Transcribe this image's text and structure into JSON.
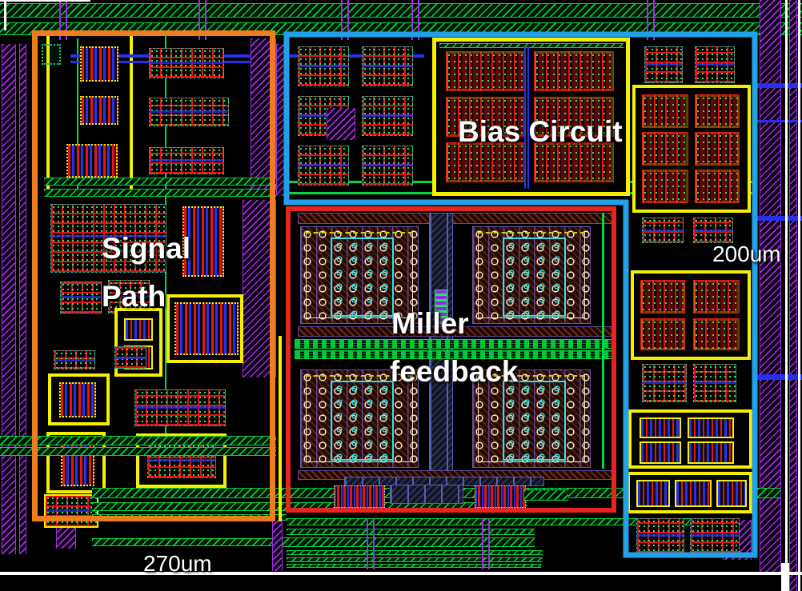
{
  "labels": {
    "bias_circuit": "Bias Circuit",
    "signal_line1": "Signal",
    "signal_line2": "Path",
    "miller_line1": "Miller",
    "miller_line2": "feedback",
    "dim_width": "270um",
    "dim_height": "200um"
  },
  "regions": [
    {
      "name": "Signal Path",
      "box_color": "#EE7D22"
    },
    {
      "name": "Bias Circuit",
      "box_color": "#22A0E8"
    },
    {
      "name": "Miller feedback",
      "box_color": "#E62420"
    }
  ],
  "colors": {
    "background": "#000000",
    "signal_box": "#EE7D22",
    "bias_box": "#22A0E8",
    "miller_box": "#E62420",
    "label_text": "#FFFFFF",
    "metal_green": "#00D83C",
    "via_purple": "#A42CE0",
    "wire_blue": "#2830F0",
    "poly_red": "#E01414",
    "frame_yellow": "#F5F000",
    "teal_border": "#18C0A8",
    "cap_ring": "#F5E6C8",
    "cap_inner_ring": "#35E0E0",
    "ruler_white": "#FFFFFF"
  }
}
